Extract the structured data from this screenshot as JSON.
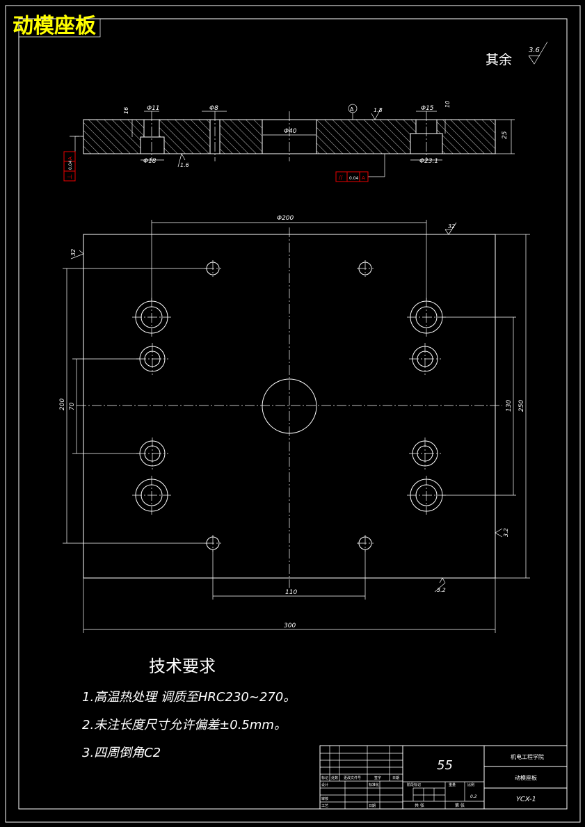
{
  "title": "动模座板",
  "surface_finish": {
    "label": "其余",
    "value": "3.6"
  },
  "section_view": {
    "dims": {
      "d11": "Φ11",
      "d8": "Φ8",
      "d40": "Φ40",
      "d15": "Φ15",
      "d18": "Φ18",
      "d231": "Φ23.1",
      "h25": "25",
      "h10": "10",
      "h16": "16"
    },
    "datum": "A",
    "roughness": {
      "top": "1.8",
      "bottom": "1.6"
    },
    "tolerance_left": {
      "symbol": "⊥",
      "value": "0.04",
      "datum": "A"
    },
    "tolerance_right": {
      "symbol": "//",
      "value": "0.04",
      "datum": "A"
    }
  },
  "plan_view": {
    "dims": {
      "top_width": "Φ200",
      "bottom_span": "110",
      "overall_width": "300",
      "left_outer": "200",
      "left_inner": "70",
      "right_outer": "250",
      "right_inner": "130"
    },
    "roughness": {
      "top_right": "32",
      "left": "32",
      "right_bottom": "3.2",
      "bottom": "3.2"
    }
  },
  "tech_requirements": {
    "heading": "技术要求",
    "items": [
      "1.高温热处理 调质至HRC230~270。",
      "2.未注长度尺寸允许偏差±0.5mm。",
      "3.四周倒角C2"
    ]
  },
  "title_block": {
    "number": "55",
    "school": "机电工程学院",
    "part_name": "动模座板",
    "drawing_no": "YCX-1",
    "scale_value": "0.2",
    "row_labels": [
      "标记",
      "处数",
      "更改文件号",
      "签字",
      "日期"
    ],
    "sign_labels": [
      "设计",
      "标准化"
    ],
    "check_labels": [
      "审核",
      "工艺",
      "日期"
    ],
    "stage_labels": [
      "阶段标记",
      "重量",
      "比例"
    ],
    "sheet_labels": [
      "共 张",
      "第 张"
    ]
  }
}
